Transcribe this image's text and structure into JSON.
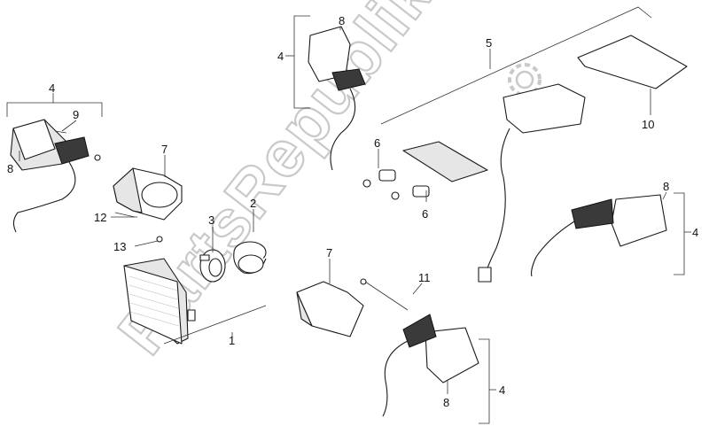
{
  "watermark": {
    "text": "PartsRepublik"
  },
  "callouts": [
    {
      "id": "c1",
      "text": "1"
    },
    {
      "id": "c2",
      "text": "2"
    },
    {
      "id": "c3",
      "text": "3"
    },
    {
      "id": "c4a",
      "text": "4"
    },
    {
      "id": "c4b",
      "text": "4"
    },
    {
      "id": "c4c",
      "text": "4"
    },
    {
      "id": "c4d",
      "text": "4"
    },
    {
      "id": "c5",
      "text": "5"
    },
    {
      "id": "c6a",
      "text": "6"
    },
    {
      "id": "c6b",
      "text": "6"
    },
    {
      "id": "c7a",
      "text": "7"
    },
    {
      "id": "c7b",
      "text": "7"
    },
    {
      "id": "c8a",
      "text": "8"
    },
    {
      "id": "c8b",
      "text": "8"
    },
    {
      "id": "c8c",
      "text": "8"
    },
    {
      "id": "c8d",
      "text": "8"
    },
    {
      "id": "c9",
      "text": "9"
    },
    {
      "id": "c10",
      "text": "10"
    },
    {
      "id": "c11",
      "text": "11"
    },
    {
      "id": "c12",
      "text": "12"
    },
    {
      "id": "c13",
      "text": "13"
    }
  ]
}
